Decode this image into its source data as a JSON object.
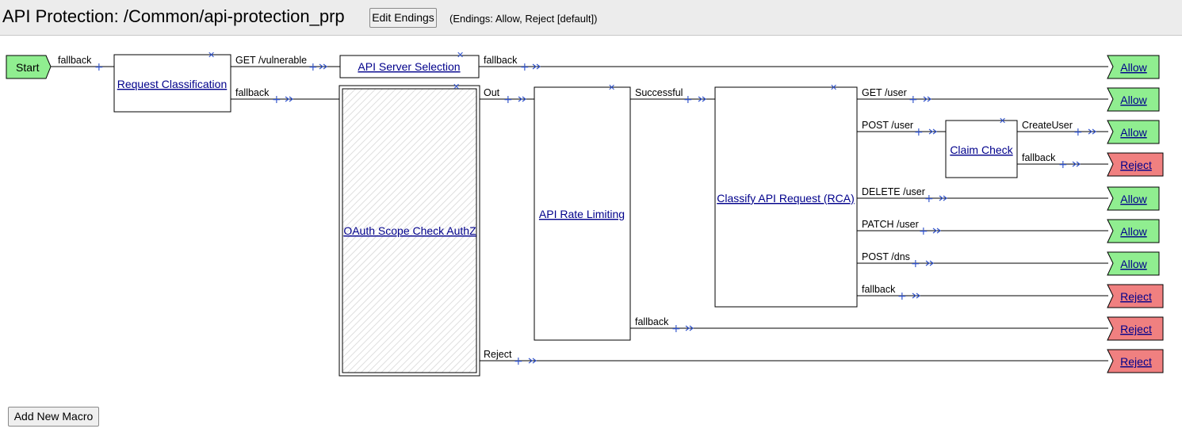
{
  "header": {
    "title": "API Protection: /Common/api-protection_prp",
    "edit_endings_label": "Edit Endings",
    "endings_note": "(Endings: Allow, Reject [default])"
  },
  "footer": {
    "add_macro_label": "Add New Macro"
  },
  "colors": {
    "allow": "#90ee90",
    "reject": "#f08080",
    "link": "#00008b",
    "accent": "#3355cc"
  },
  "flow": {
    "start_label": "Start",
    "nodes": {
      "request_classification": "Request Classification",
      "api_server_selection": "API Server Selection",
      "oauth_scope_check": "OAuth Scope Check AuthZ",
      "api_rate_limiting": "API Rate Limiting",
      "classify_api_request": "Classify API Request (RCA)",
      "claim_check": "Claim Check"
    },
    "branches": {
      "start_fallback": "fallback",
      "rc_get_vulnerable": "GET /vulnerable",
      "rc_fallback": "fallback",
      "ass_fallback": "fallback",
      "oauth_out": "Out",
      "oauth_reject": "Reject",
      "rate_successful": "Successful",
      "rate_fallback": "fallback",
      "rca_get_user": "GET /user",
      "rca_post_user": "POST /user",
      "rca_delete_user": "DELETE /user",
      "rca_patch_user": "PATCH /user",
      "rca_post_dns": "POST /dns",
      "rca_fallback": "fallback",
      "claim_createuser": "CreateUser",
      "claim_fallback": "fallback"
    },
    "terminals": {
      "t1": "Allow",
      "t2": "Allow",
      "t3": "Allow",
      "t4": "Reject",
      "t5": "Allow",
      "t6": "Allow",
      "t7": "Allow",
      "t8": "Reject",
      "t9": "Reject",
      "t10": "Reject"
    }
  }
}
